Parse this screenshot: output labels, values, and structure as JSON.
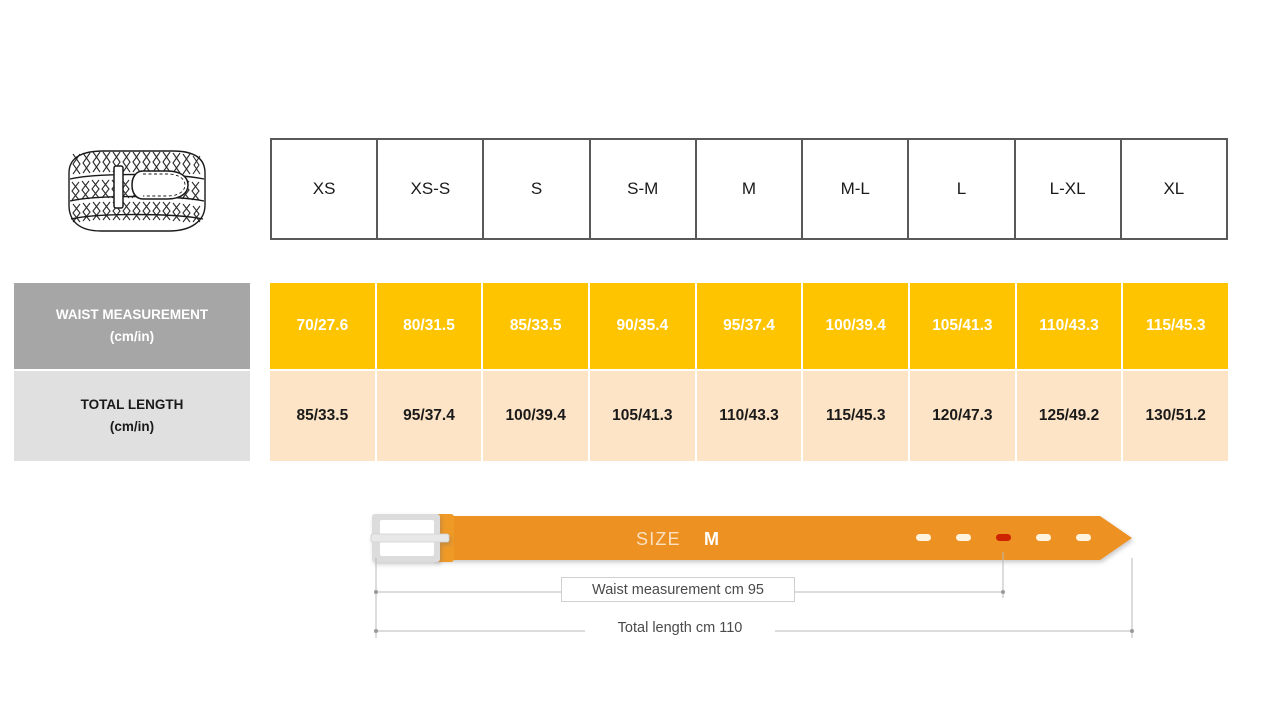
{
  "product_icon": {
    "name": "braided-belt-illustration",
    "alt": "Rolled braided belt line drawing"
  },
  "size_chart": {
    "sizes": [
      "XS",
      "XS-S",
      "S",
      "S-M",
      "M",
      "M-L",
      "L",
      "L-XL",
      "XL"
    ],
    "rows": [
      {
        "label": "WAIST MEASUREMENT",
        "unit": "(cm/in)",
        "label_bg": "#a6a6a6",
        "label_color": "#ffffff",
        "cell_bg": "#ffc400",
        "cell_color": "#ffffff",
        "values": [
          "70/27.6",
          "80/31.5",
          "85/33.5",
          "90/35.4",
          "95/37.4",
          "100/39.4",
          "105/41.3",
          "110/43.3",
          "115/45.3"
        ]
      },
      {
        "label": "TOTAL LENGTH",
        "unit": "(cm/in)",
        "label_bg": "#e0e0e0",
        "label_color": "#1a1a1a",
        "cell_bg": "#fde4c6",
        "cell_color": "#1a1a1a",
        "values": [
          "85/33.5",
          "95/37.4",
          "100/39.4",
          "105/41.3",
          "110/43.3",
          "115/45.3",
          "120/47.3",
          "125/49.2",
          "130/51.2"
        ]
      }
    ]
  },
  "diagram": {
    "belt_size_prefix": "SIZE",
    "belt_size_value": "M",
    "belt_color": "#ed9121",
    "buckle_color": "#d9d9d9",
    "active_hole_color": "#cc2200",
    "hole_count": 5,
    "active_hole_index": 3,
    "waist_dimension_label": "Waist measurement cm 95",
    "total_dimension_label": "Total length cm 110"
  }
}
